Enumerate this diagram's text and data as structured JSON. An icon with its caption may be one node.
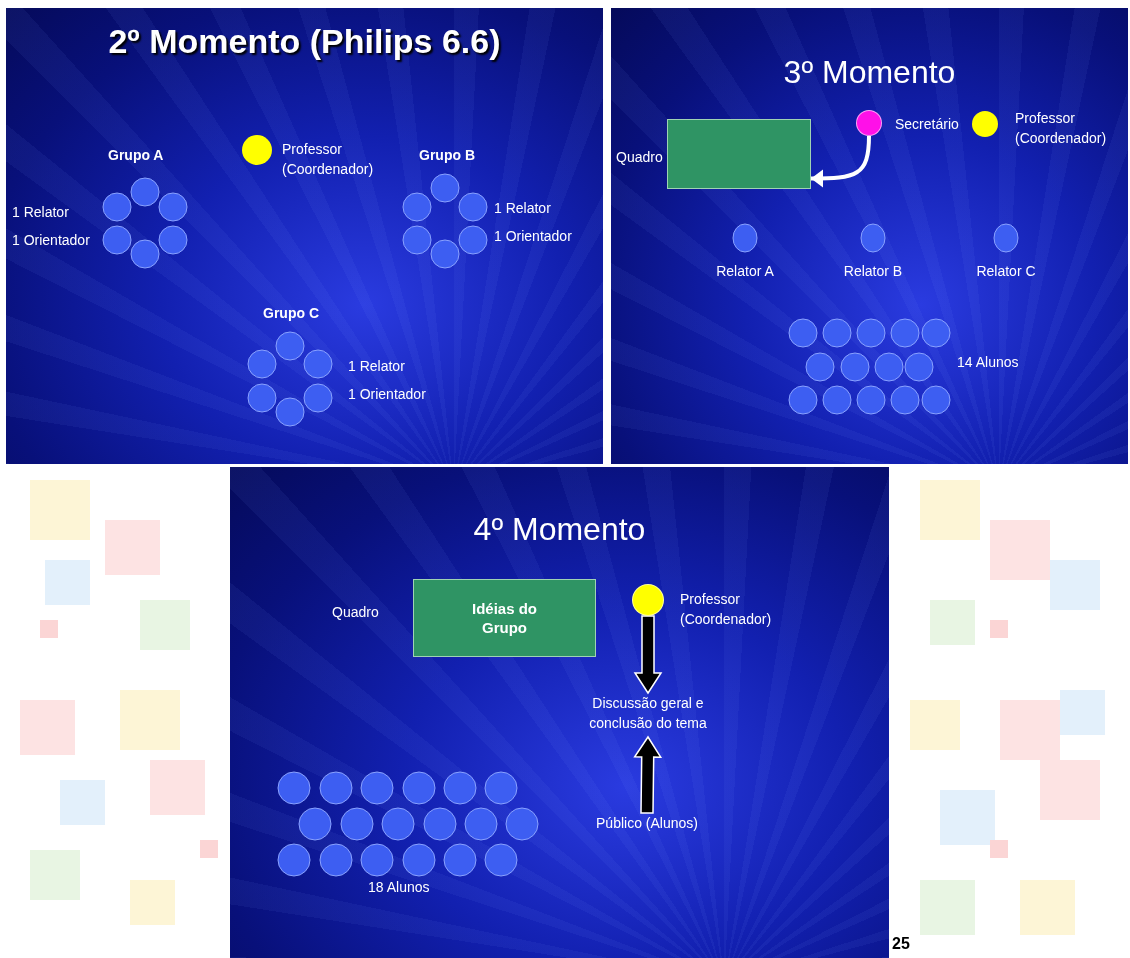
{
  "diagram": {
    "nodes": [
      {
        "text": [
          "2º Momento (Philips 6.6)"
        ]
      },
      {
        "text": [
          "3º Momento"
        ]
      },
      {
        "text": [
          "4º Momento"
        ]
      },
      {
        "text": [],
        "shape": "box",
        "in": 1,
        "beside": [
          "Quadro"
        ]
      },
      {
        "text": [],
        "shape": "circle",
        "in": 1,
        "beside": [
          "Secretário"
        ]
      },
      {
        "text": [
          "Idéias do Grupo"
        ],
        "in": 2,
        "beside": [
          "Quadro"
        ]
      },
      {
        "text": [],
        "shape": "circle",
        "in": 2,
        "beside": [
          "Professor (Coordenador)"
        ]
      },
      {
        "text": [
          "Discussão geral e conclusão do tema"
        ],
        "in": 2
      },
      {
        "text": [
          "Público (Alunos)"
        ],
        "in": 2
      }
    ],
    "edges": [
      {
        "from": 4,
        "to": 3,
        "arrow": "to",
        "color": "#ffffff"
      },
      {
        "from": 6,
        "to": 7,
        "arrow": "to",
        "style": "thick"
      },
      {
        "from": 8,
        "to": 7,
        "arrow": "to",
        "style": "thick"
      }
    ],
    "labels": [
      "Grupo A",
      "Professor (Coordenador)",
      "Grupo B",
      "1 Relator",
      "1 Orientador",
      "1 Relator",
      "1 Orientador",
      "Grupo C",
      "1 Relator",
      "1 Orientador",
      "Professor (Coordenador)",
      "Relator A",
      "Relator B",
      "Relator C",
      "14 Alunos",
      "18 Alunos",
      "25"
    ]
  }
}
